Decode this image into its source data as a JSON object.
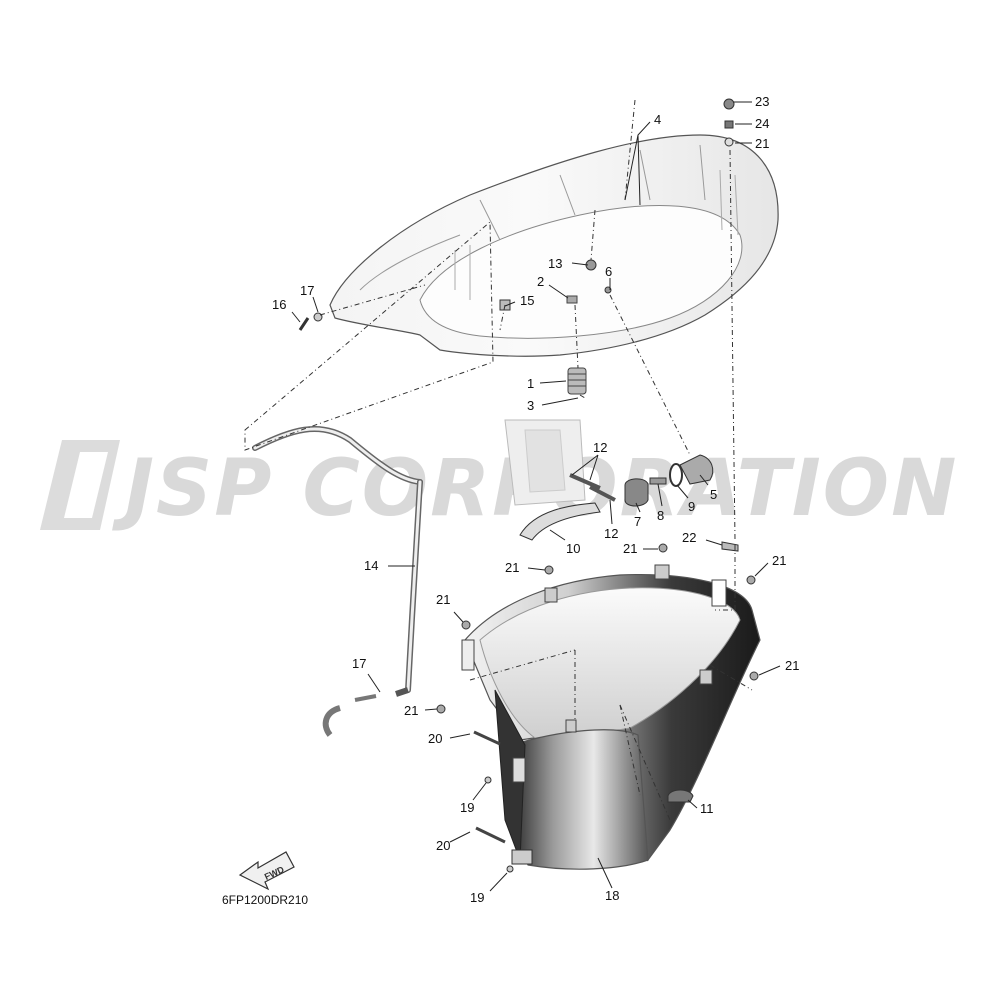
{
  "watermark": {
    "text": "JSP CORPORATION"
  },
  "diagram_code": "6FP1200DR210",
  "fwd_label": "FWD",
  "callouts": [
    {
      "id": "c23",
      "label": "23"
    },
    {
      "id": "c4",
      "label": "4"
    },
    {
      "id": "c24",
      "label": "24"
    },
    {
      "id": "c21a",
      "label": "21"
    },
    {
      "id": "c13",
      "label": "13"
    },
    {
      "id": "c6",
      "label": "6"
    },
    {
      "id": "c2",
      "label": "2"
    },
    {
      "id": "c17a",
      "label": "17"
    },
    {
      "id": "c15",
      "label": "15"
    },
    {
      "id": "c16",
      "label": "16"
    },
    {
      "id": "c1",
      "label": "1"
    },
    {
      "id": "c3",
      "label": "3"
    },
    {
      "id": "c12a",
      "label": "12"
    },
    {
      "id": "c5",
      "label": "5"
    },
    {
      "id": "c9",
      "label": "9"
    },
    {
      "id": "c8",
      "label": "8"
    },
    {
      "id": "c7",
      "label": "7"
    },
    {
      "id": "c12b",
      "label": "12"
    },
    {
      "id": "c10",
      "label": "10"
    },
    {
      "id": "c21b",
      "label": "21"
    },
    {
      "id": "c22",
      "label": "22"
    },
    {
      "id": "c21c",
      "label": "21"
    },
    {
      "id": "c14",
      "label": "14"
    },
    {
      "id": "c21d",
      "label": "21"
    },
    {
      "id": "c21e",
      "label": "21"
    },
    {
      "id": "c21f",
      "label": "21"
    },
    {
      "id": "c17b",
      "label": "17"
    },
    {
      "id": "c21g",
      "label": "21"
    },
    {
      "id": "c20a",
      "label": "20"
    },
    {
      "id": "c11",
      "label": "11"
    },
    {
      "id": "c19a",
      "label": "19"
    },
    {
      "id": "c20b",
      "label": "20"
    },
    {
      "id": "c19b",
      "label": "19"
    },
    {
      "id": "c18",
      "label": "18"
    }
  ]
}
